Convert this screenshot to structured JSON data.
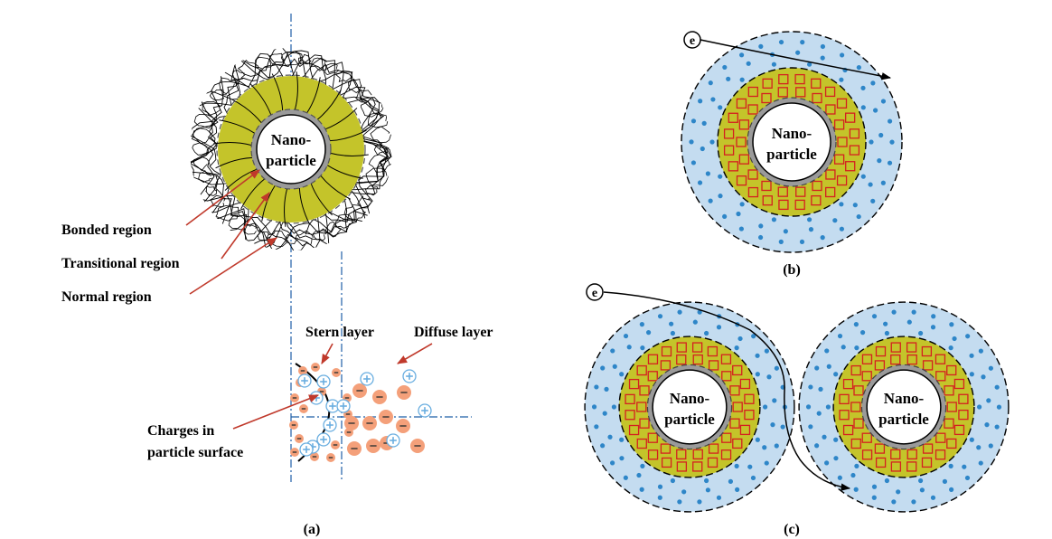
{
  "figure_a": {
    "particle_label_line1": "Nano-",
    "particle_label_line2": "particle",
    "region_labels": {
      "bonded": "Bonded region",
      "transitional": "Transitional region",
      "normal": "Normal region"
    },
    "layer_labels": {
      "stern": "Stern layer",
      "diffuse": "Diffuse layer"
    },
    "charges_label_line1": "Charges in",
    "charges_label_line2": "particle surface",
    "caption": "(a)"
  },
  "figure_b": {
    "electron_symbol": "e",
    "particle_label_line1": "Nano-",
    "particle_label_line2": "particle",
    "caption": "(b)"
  },
  "figure_c": {
    "electron_symbol": "e",
    "particle_label_line1": "Nano-",
    "particle_label_line2": "particle",
    "caption": "(c)"
  },
  "colors": {
    "normal_region": "#c4dcf0",
    "dots": "#2e86c8",
    "transitional_region": "#c4c42a",
    "squares": "#d42020",
    "core_ring": "#9a9a9a",
    "arrows": "#c0392b",
    "negative_charge": "#f4a07a",
    "positive_charge": "#6aaee0",
    "axis": "#1f5fa8"
  }
}
